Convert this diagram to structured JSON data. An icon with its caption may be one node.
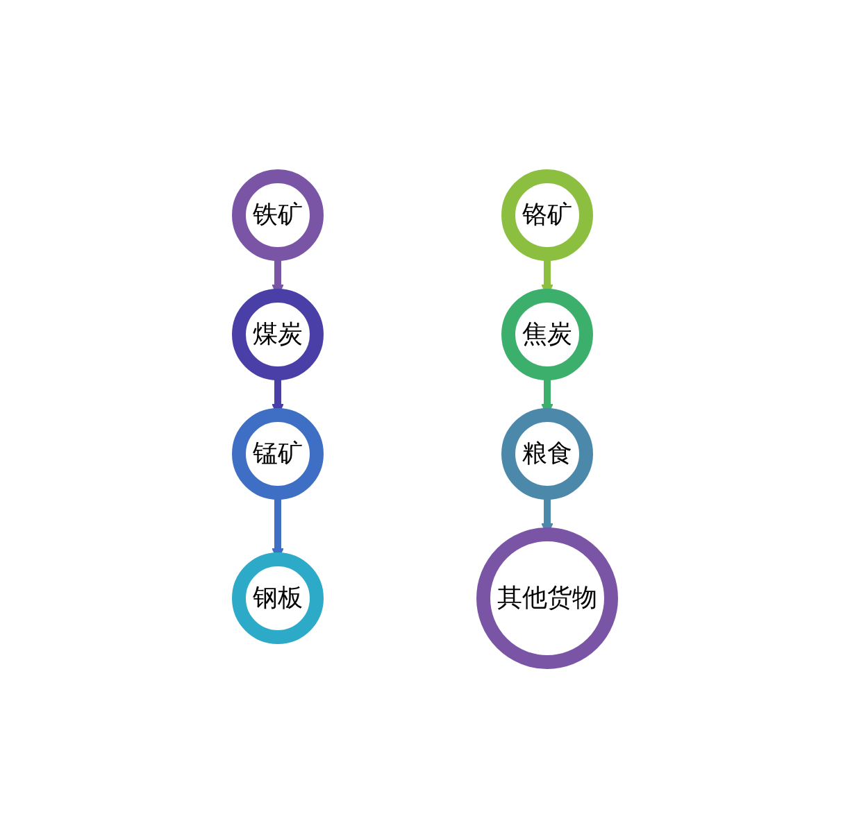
{
  "diagram": {
    "nodes": [
      {
        "text": [
          "铁矿"
        ]
      },
      {
        "text": [
          "煤炭"
        ]
      },
      {
        "text": [
          "锰矿"
        ]
      },
      {
        "text": [
          "钢板"
        ]
      },
      {
        "text": [
          "铬矿"
        ]
      },
      {
        "text": [
          "焦炭"
        ]
      },
      {
        "text": [
          "粮食"
        ]
      },
      {
        "text": [
          "其他货物"
        ]
      }
    ],
    "edges": [
      {
        "from": 0,
        "to": 1,
        "arrow": "to",
        "color": "#7a55a6"
      },
      {
        "from": 1,
        "to": 2,
        "arrow": "to",
        "color": "#4a3fa6"
      },
      {
        "from": 2,
        "to": 3,
        "arrow": "to",
        "color": "#3f6fc4"
      },
      {
        "from": 4,
        "to": 5,
        "arrow": "to",
        "color": "#8cbf3f"
      },
      {
        "from": 5,
        "to": 6,
        "arrow": "to",
        "color": "#3daf6c"
      },
      {
        "from": 6,
        "to": 7,
        "arrow": "to",
        "color": "#4b88aa"
      }
    ]
  }
}
